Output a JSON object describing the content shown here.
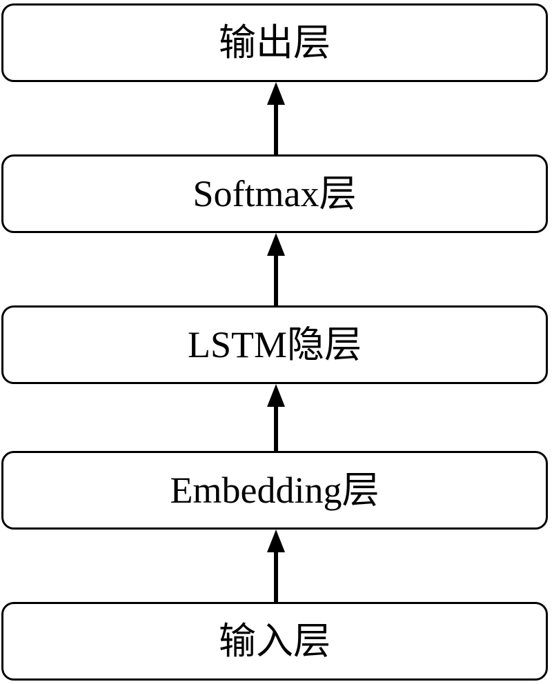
{
  "diagram": {
    "layers": [
      {
        "label": "输出层"
      },
      {
        "label": "Softmax层"
      },
      {
        "label": "LSTM隐层"
      },
      {
        "label": "Embedding层"
      },
      {
        "label": "输入层"
      }
    ],
    "colors": {
      "stroke": "#000000",
      "background": "#ffffff"
    }
  }
}
